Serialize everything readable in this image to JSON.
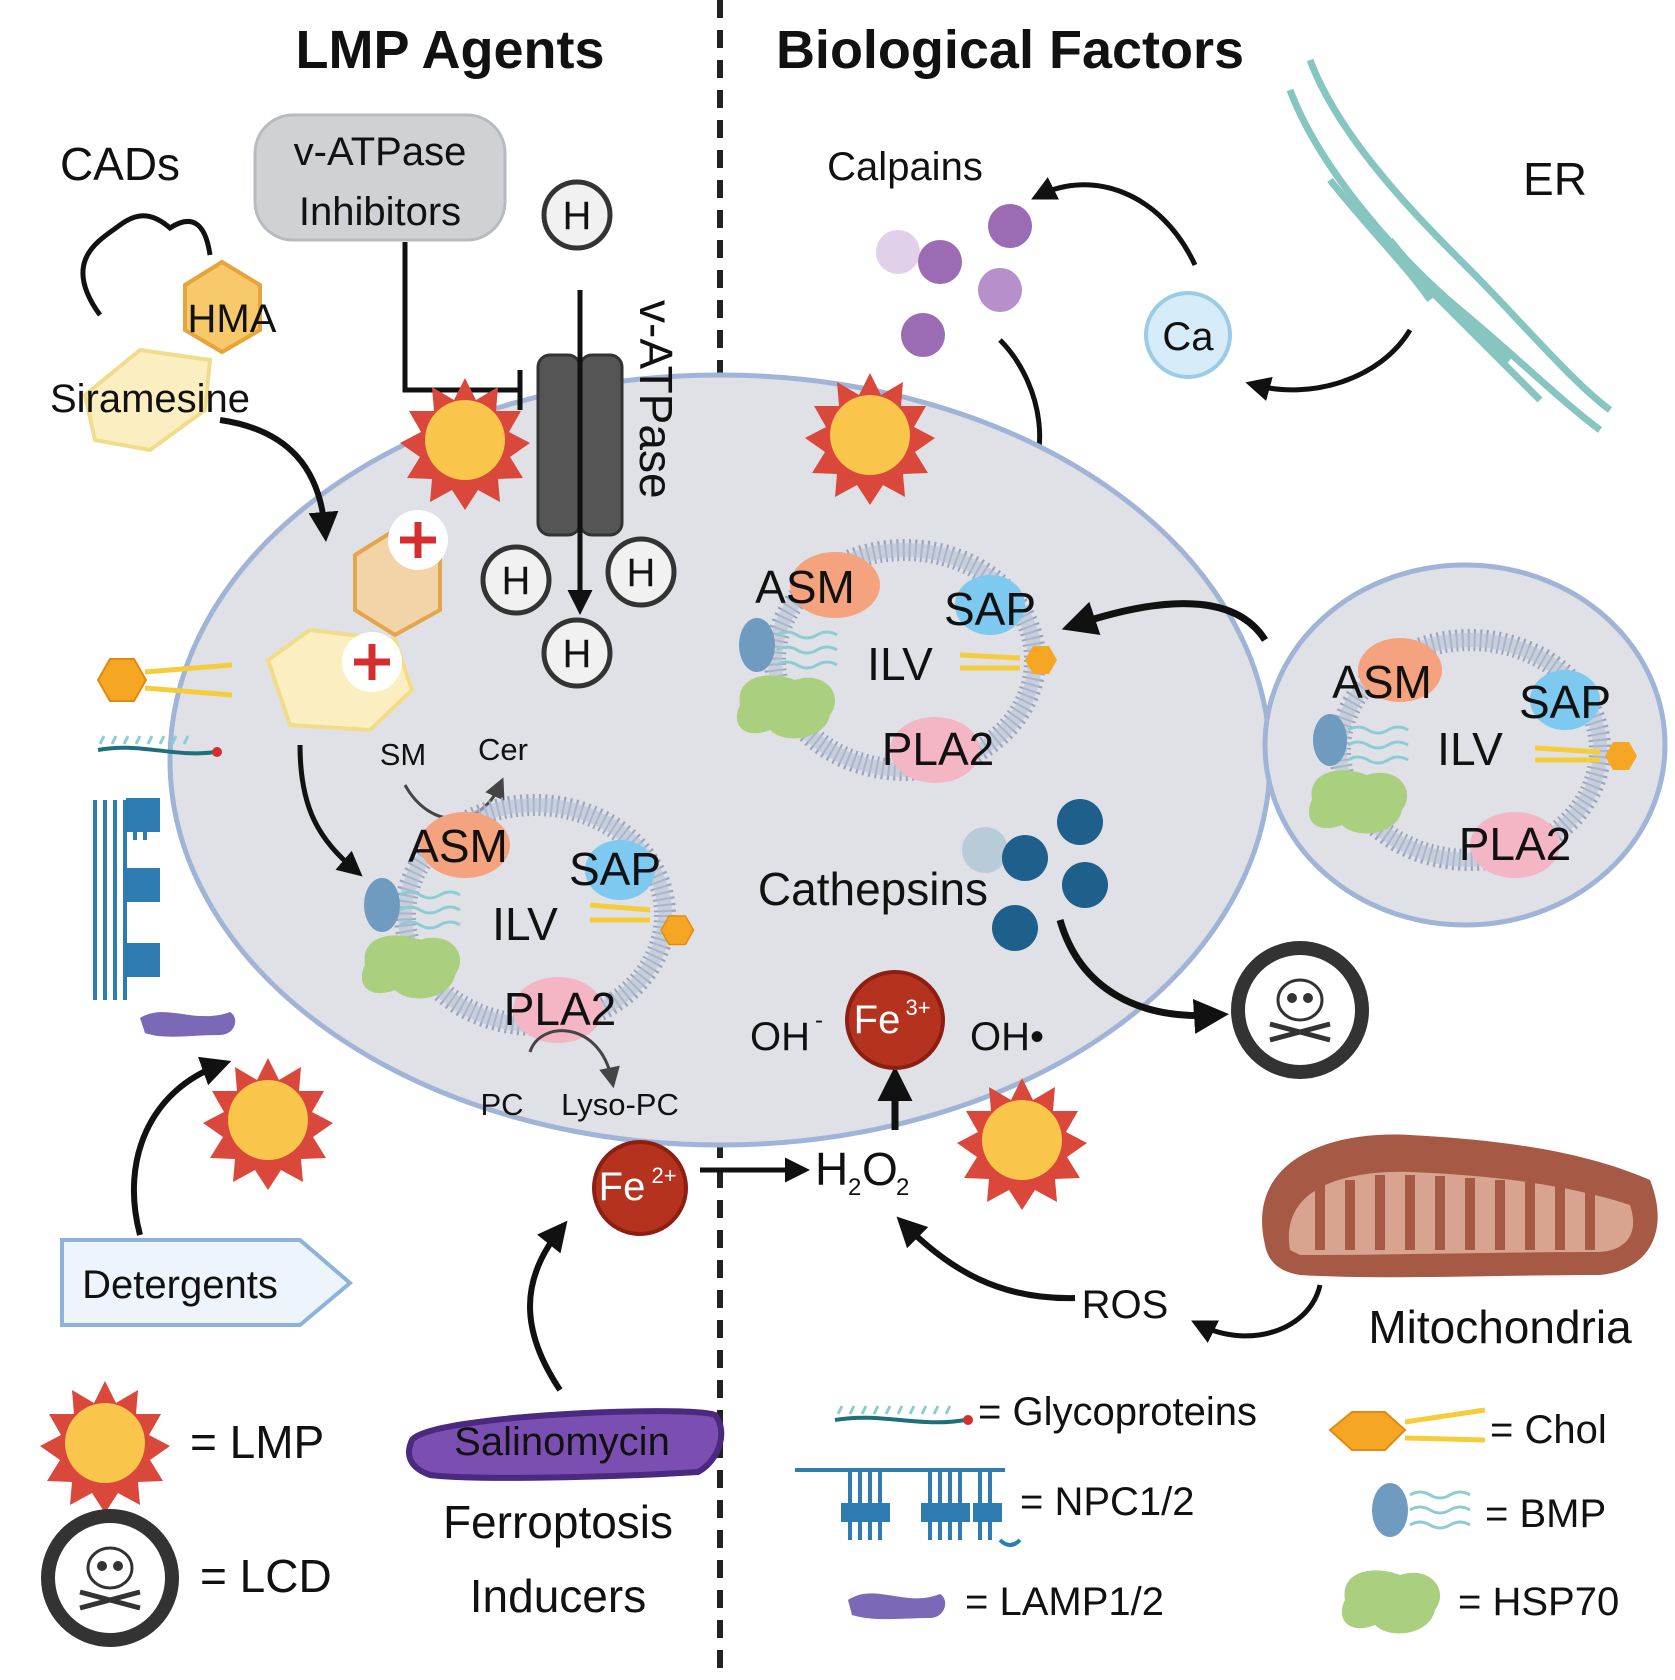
{
  "headings": {
    "left": "LMP Agents",
    "right": "Biological Factors"
  },
  "agents": {
    "cads": "CADs",
    "hma": "HMA",
    "siramesine": "Siramesine",
    "vatpase_inhibitors_line1": "v-ATPase",
    "vatpase_inhibitors_line2": "Inhibitors",
    "vatpase": "v-ATPase",
    "proton": "H",
    "detergents": "Detergents",
    "salinomycin": "Salinomycin",
    "ferroptosis_line1": "Ferroptosis",
    "ferroptosis_line2": "Inducers"
  },
  "lysosome": {
    "sm": "SM",
    "cer": "Cer",
    "asm": "ASM",
    "sap": "SAP",
    "ilv": "ILV",
    "pla2": "PLA2",
    "pc": "PC",
    "lyso_pc": "Lyso-PC",
    "cathepsins": "Cathepsins",
    "oh_minus": "OH",
    "oh_minus_sup": "-",
    "oh_radical": "OH•",
    "fe3": "Fe",
    "fe3_sup": "3+",
    "fe2": "Fe",
    "fe2_sup": "2+",
    "h2o2_a": "H",
    "h2o2_sub1": "2",
    "h2o2_b": "O",
    "h2o2_sub2": "2"
  },
  "factors": {
    "calpains": "Calpains",
    "er": "ER",
    "ca": "Ca",
    "ros": "ROS",
    "mitochondria": "Mitochondria"
  },
  "legend": {
    "lmp": "= LMP",
    "lcd": "= LCD",
    "glycoproteins": "= Glycoproteins",
    "npc": "= NPC1/2",
    "lamp": "= LAMP1/2",
    "chol": "= Chol",
    "bmp": "= BMP",
    "hsp70": "= HSP70"
  },
  "colors": {
    "lysosome_fill": "#dfe1e6",
    "lysosome_stroke": "#9fb4d6",
    "lmp_star_fill": "#f9c54a",
    "lmp_star_stroke": "#d9483b",
    "cation_hexagon": "#f5a623",
    "cathepsin": "#1f5f8b",
    "calpain": "#9b6bb3",
    "iron": "#b5321f",
    "mitochondria": "#a65a45",
    "er": "#86c5c0",
    "salinomycin": "#7b4fb2",
    "asm": "#f5a27f",
    "sap": "#7ec9ef",
    "pla2": "#f4b6c4",
    "hsp70": "#a9cf7f",
    "bmp": "#6e9bbf",
    "chol": "#f5a623"
  }
}
